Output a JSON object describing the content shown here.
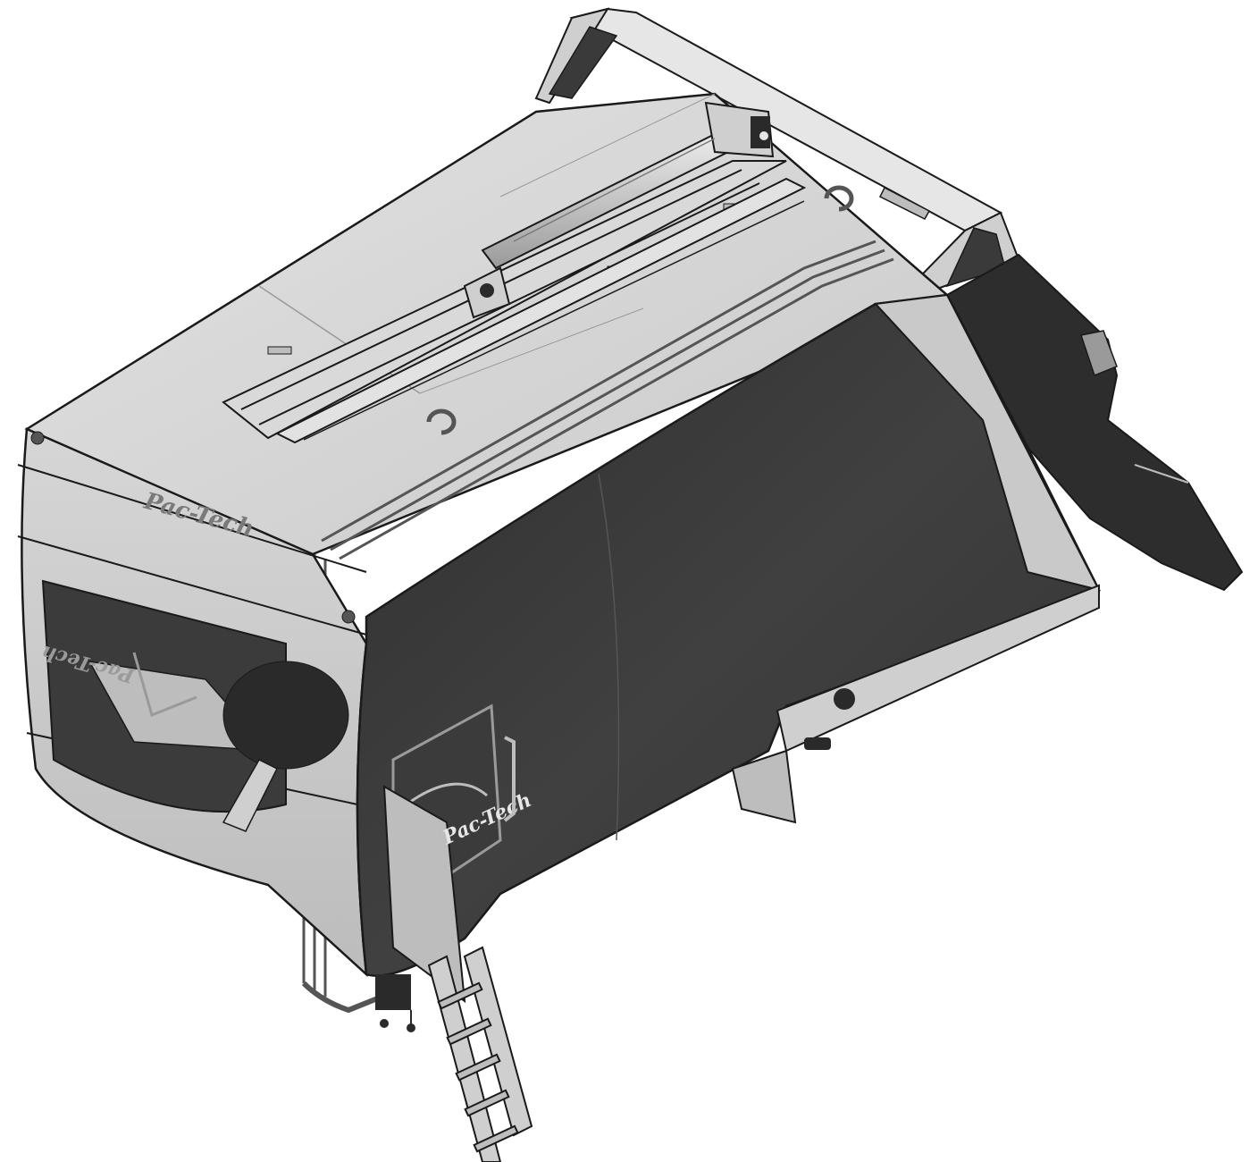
{
  "image": {
    "subject": "refuse truck body",
    "brand_top": "Pac-Tech",
    "brand_side": "Pac-Tech",
    "brand_inside_mirrored": "Pac-Tech",
    "colors": {
      "background": "#ffffff",
      "light_panel": "#d2d2d2",
      "mid_panel": "#bdbdbd",
      "dark_panel": "#3b3b3b",
      "darkest": "#2a2a2a",
      "outline": "#1a1a1a"
    }
  }
}
